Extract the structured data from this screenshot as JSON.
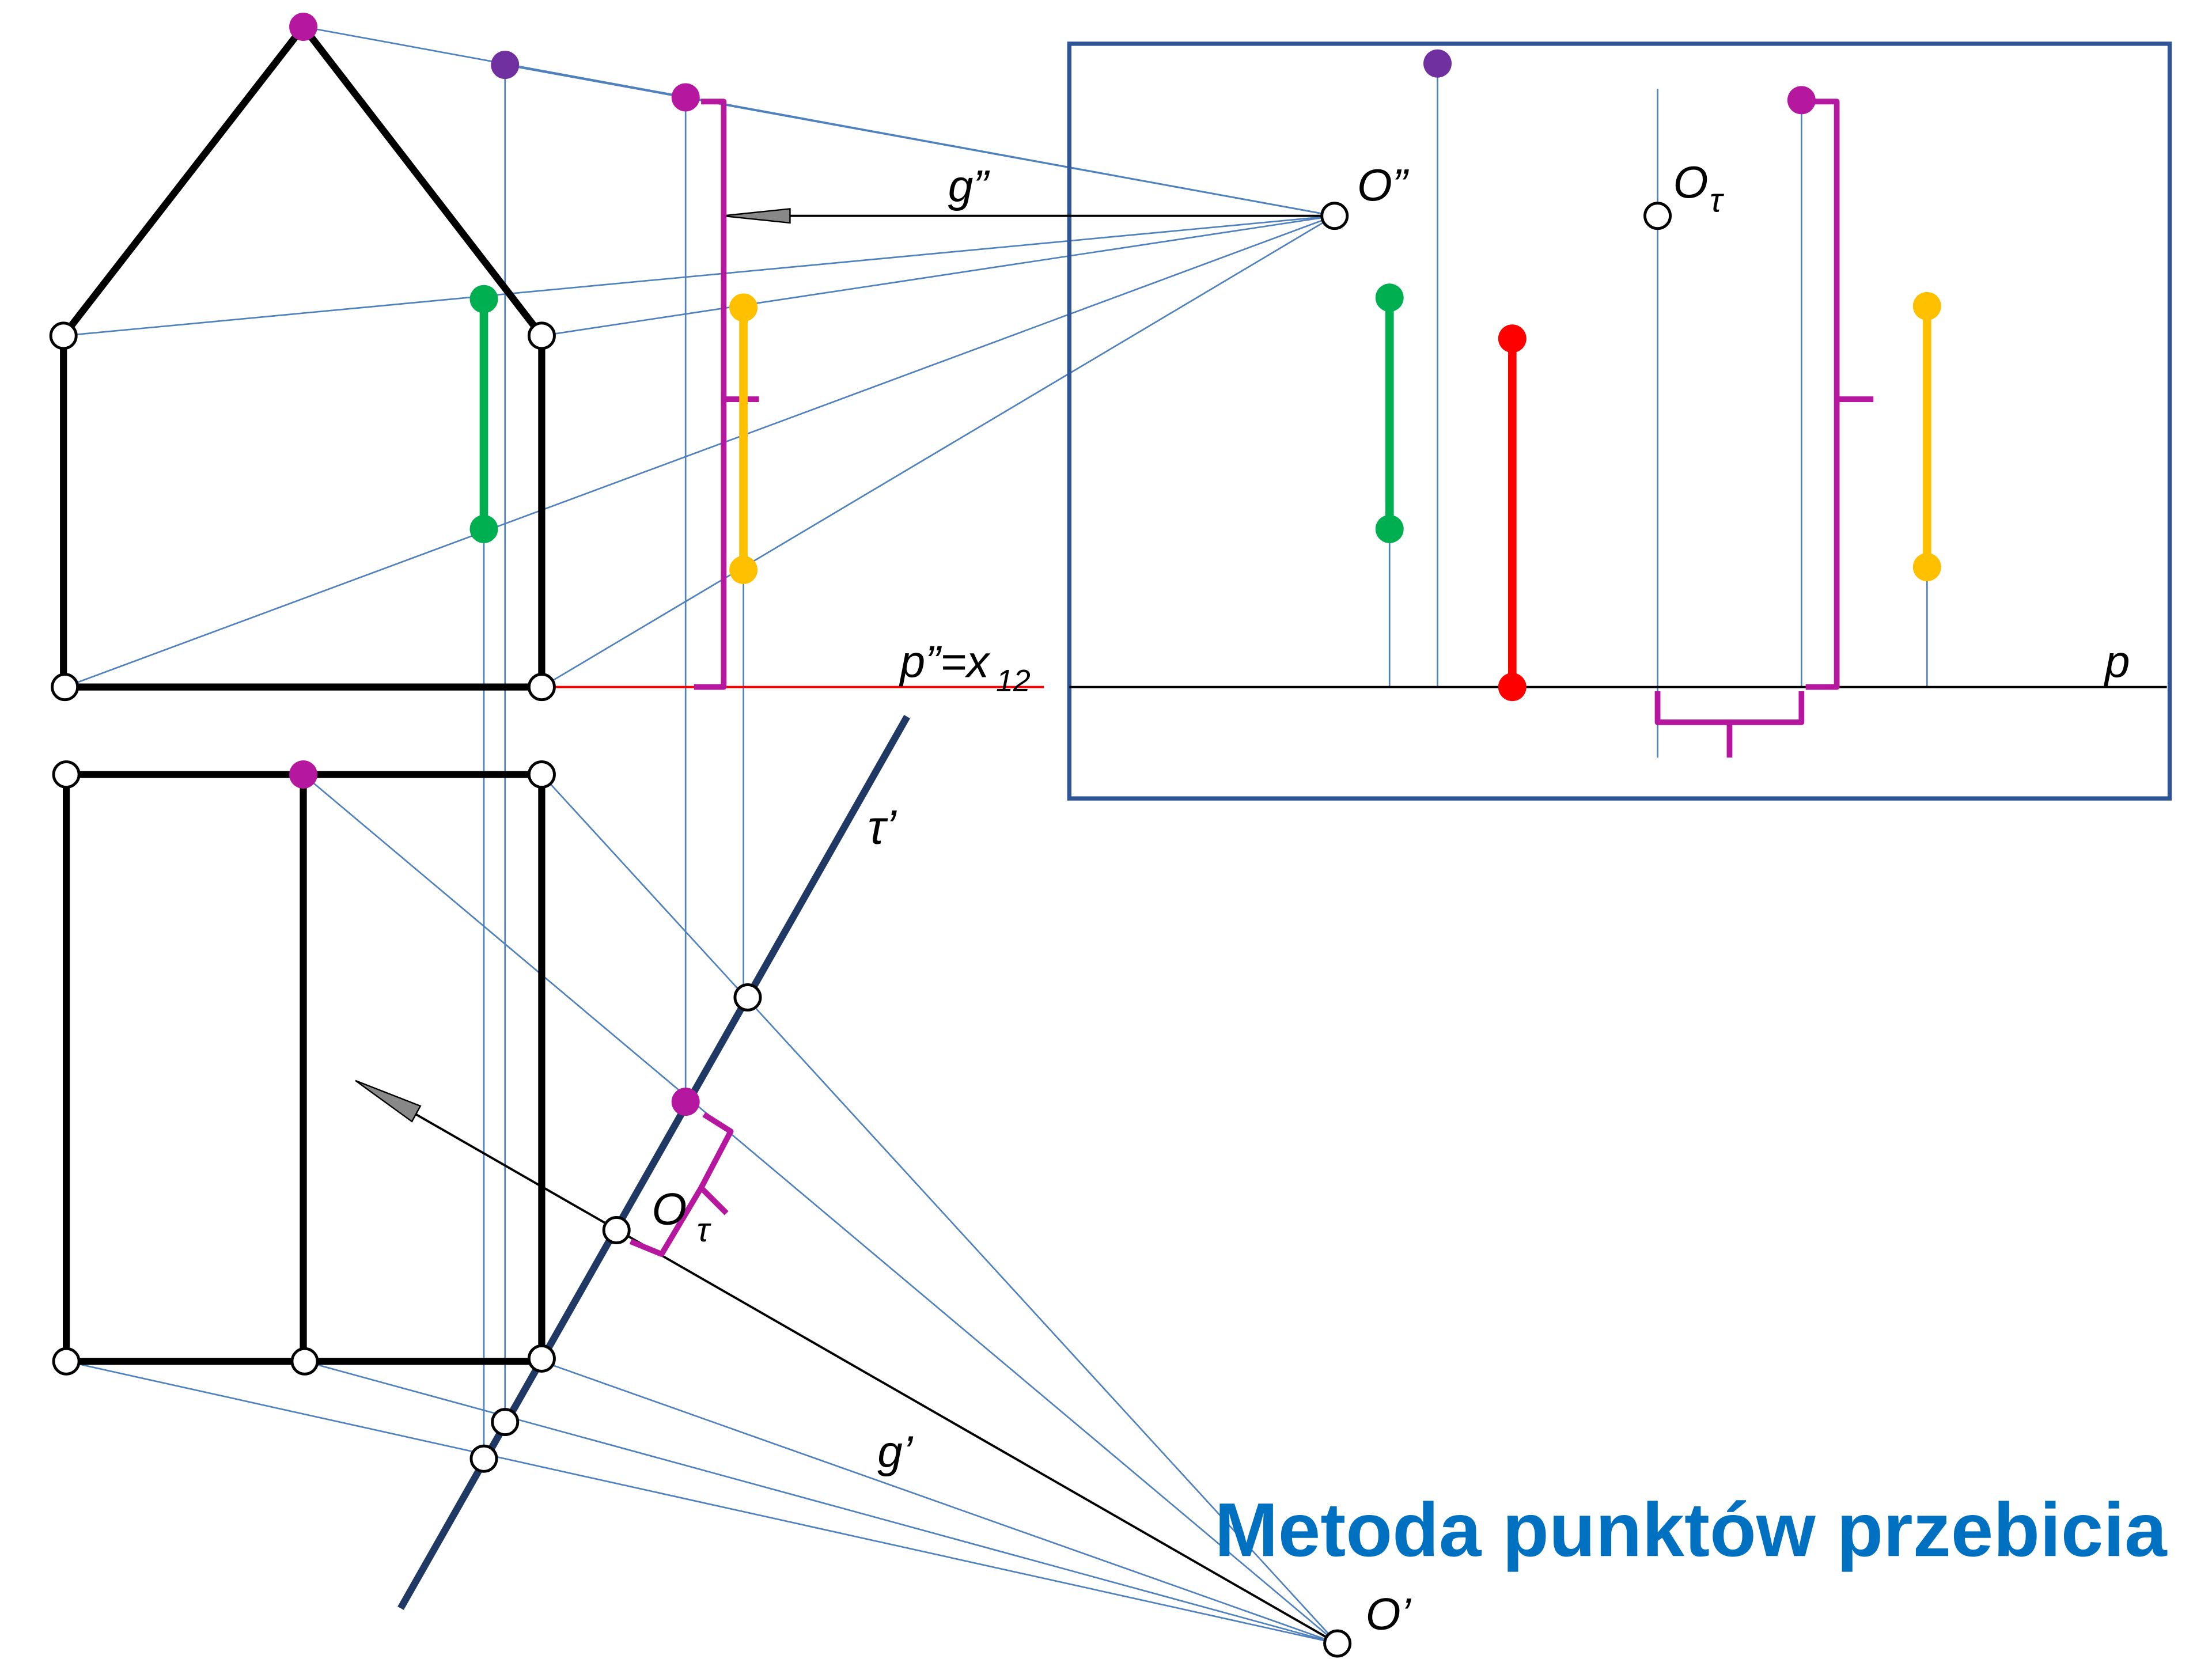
{
  "title": "Metoda punktów przebicia",
  "labels": {
    "g_front": "g”",
    "g_top": "g’",
    "o_front": "O”",
    "o_top": "O’",
    "o_tau_sub": "τ",
    "o_tau_box": "O",
    "o_tau_top": "O",
    "tau_top": "τ’",
    "p_front": "p”=x",
    "p_front_sub": "12",
    "p_box": "p"
  },
  "colors": {
    "object": "#000000",
    "projector": "#4f81bd",
    "tau_line": "#1f3864",
    "frame": "#2f5597",
    "title": "#0070c0",
    "baseline": "#ff0000",
    "magenta": "#b5179e",
    "purple": "#7030a0",
    "green": "#00b050",
    "yellow": "#ffc000",
    "red": "#ff0000"
  }
}
